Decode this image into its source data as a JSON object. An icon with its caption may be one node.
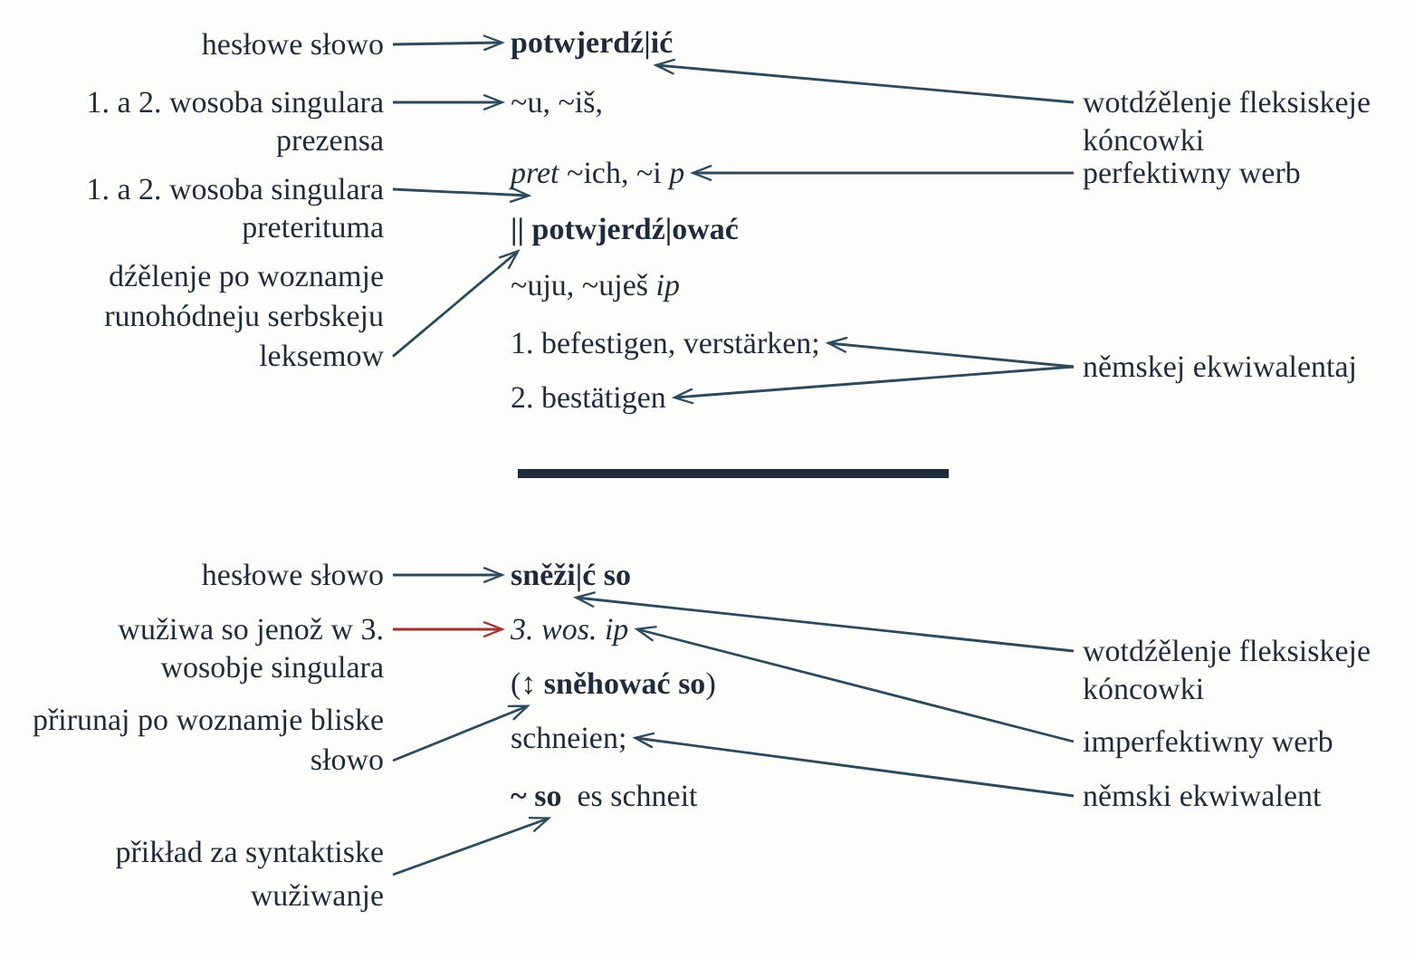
{
  "diagram": {
    "nodes": [
      {
        "text": [
          "hesłowe słowo"
        ]
      },
      {
        "text": [
          "potwjerdź|ić"
        ]
      },
      {
        "text": [
          "wotdźělenje fleksiskeje kóncowki"
        ]
      },
      {
        "text": [
          "1. a 2. wosoba singulara prezensa"
        ]
      },
      {
        "text": [
          "~u, ~iš,"
        ]
      },
      {
        "text": [
          "1. a 2. wosoba singulara preterituma"
        ]
      },
      {
        "text": [
          "*pret* ~ich, ~i *p*"
        ]
      },
      {
        "text": [
          "perfektiwny werb"
        ]
      },
      {
        "text": [
          "dźělenje po woznamje runohódneju serbskeju leksemow"
        ]
      },
      {
        "text": [
          "|| potwjerdź|ować"
        ]
      },
      {
        "text": [
          "~uju, ~uješ *ip*"
        ]
      },
      {
        "text": [
          "1. befestigen, verstärken;"
        ]
      },
      {
        "text": [
          "2. bestätigen"
        ]
      },
      {
        "text": [
          "němskej ekwiwalentaj"
        ]
      },
      {
        "text": [
          "hesłowe słowo"
        ]
      },
      {
        "text": [
          "sněži|ć so"
        ]
      },
      {
        "text": [
          "wužiwa so jenož w 3. wosobje singulara"
        ]
      },
      {
        "text": [
          "3. wos. ip"
        ]
      },
      {
        "text": [
          "wotdźělenje fleksiskeje kóncowki"
        ]
      },
      {
        "text": [
          "imperfektiwny werb"
        ]
      },
      {
        "text": [
          "přirunaj po woznamje bliske słowo"
        ]
      },
      {
        "text": [
          "(↕ **sněhować so**)"
        ]
      },
      {
        "text": [
          "schneien;"
        ]
      },
      {
        "text": [
          "němski ekwiwalent"
        ]
      },
      {
        "text": [
          "přikład za syntaktiske wužiwanje"
        ]
      },
      {
        "text": [
          "**~ so**  es schneit"
        ]
      }
    ],
    "edges": [
      {
        "from": 0,
        "to": 1,
        "arrow": "to"
      },
      {
        "from": 2,
        "to": 1,
        "arrow": "to"
      },
      {
        "from": 3,
        "to": 4,
        "arrow": "to"
      },
      {
        "from": 5,
        "to": 6,
        "arrow": "to"
      },
      {
        "from": 7,
        "to": 6,
        "arrow": "to"
      },
      {
        "from": 8,
        "to": 9,
        "arrow": "to"
      },
      {
        "from": 13,
        "to": 11,
        "arrow": "to"
      },
      {
        "from": 13,
        "to": 12,
        "arrow": "to"
      },
      {
        "from": 14,
        "to": 15,
        "arrow": "to"
      },
      {
        "from": 16,
        "to": 17,
        "arrow": "to",
        "color": "#a3342c"
      },
      {
        "from": 18,
        "to": 15,
        "arrow": "to"
      },
      {
        "from": 19,
        "to": 17,
        "arrow": "to"
      },
      {
        "from": 20,
        "to": 21,
        "arrow": "to"
      },
      {
        "from": 23,
        "to": 22,
        "arrow": "to"
      },
      {
        "from": 24,
        "to": 25,
        "arrow": "to"
      }
    ]
  }
}
